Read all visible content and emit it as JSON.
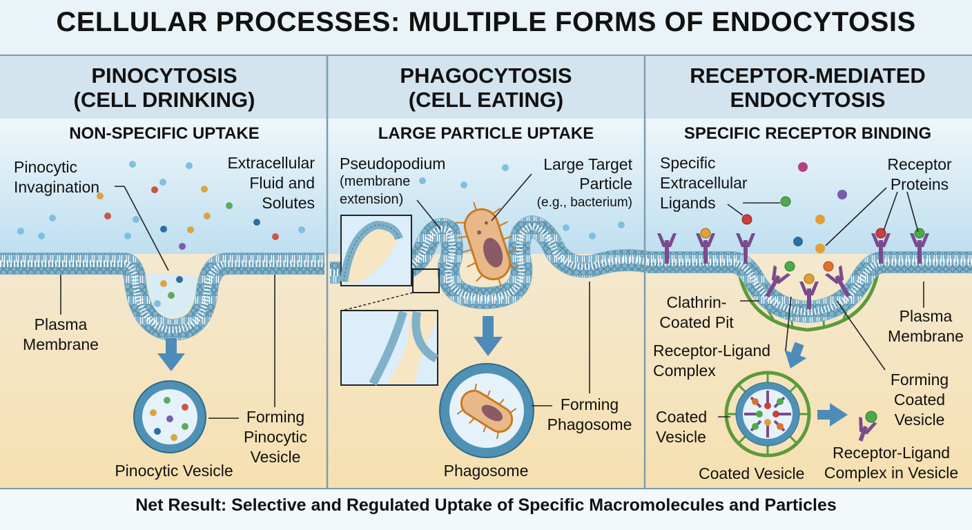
{
  "title": "CELLULAR PROCESSES: MULTIPLE FORMS OF ENDOCYTOSIS",
  "panels": [
    {
      "title_line1": "PINOCYTOSIS",
      "title_line2": "(CELL DRINKING)",
      "subtitle": "NON-SPECIFIC UPTAKE",
      "labels": {
        "invagination_1": "Pinocytic",
        "invagination_2": "Invagination",
        "fluid_1": "Extracellular",
        "fluid_2": "Fluid and",
        "fluid_3": "Solutes",
        "membrane_1": "Plasma",
        "membrane_2": "Membrane",
        "forming_1": "Forming",
        "forming_2": "Pinocytic",
        "forming_3": "Vesicle",
        "vesicle": "Pinocytic Vesicle"
      }
    },
    {
      "title_line1": "PHAGOCYTOSIS",
      "title_line2": "(CELL EATING)",
      "subtitle": "LARGE PARTICLE UPTAKE",
      "labels": {
        "pseudo_1": "Pseudopodium",
        "pseudo_2": "(membrane",
        "pseudo_3": "extension)",
        "target_1": "Large Target",
        "target_2": "Particle",
        "target_3": "(e.g., bacterium)",
        "forming_1": "Forming",
        "forming_2": "Phagosome",
        "phagosome": "Phagosome"
      }
    },
    {
      "title_line1": "RECEPTOR-MEDIATED",
      "title_line2": "ENDOCYTOSIS",
      "subtitle": "SPECIFIC RECEPTOR BINDING",
      "labels": {
        "ligands_1": "Specific",
        "ligands_2": "Extracellular",
        "ligands_3": "Ligands",
        "receptor_1": "Receptor",
        "receptor_2": "Proteins",
        "pit_1": "Clathrin-",
        "pit_2": "Coated Pit",
        "membrane_1": "Plasma",
        "membrane_2": "Membrane",
        "complex_1": "Receptor-Ligand",
        "complex_2": "Complex",
        "forming_1": "Forming",
        "forming_2": "Coated",
        "forming_3": "Vesicle",
        "cvesicle_1": "Coated",
        "cvesicle_2": "Vesicle",
        "cvesicle_bottom": "Coated Vesicle",
        "rlc_1": "Receptor-Ligand",
        "rlc_2": "Complex in Vesicle"
      }
    }
  ],
  "footer": "Net Result: Selective and Regulated Uptake of Specific Macromolecules and Particles",
  "colors": {
    "header_band": "#d3e4ee",
    "extracellular": "#cfe6f2",
    "cytoplasm": "#f6e6c4",
    "membrane_head": "#7fb1c8",
    "membrane_outline": "#3d7a98",
    "vesicle_fill": "#dbeefa",
    "clathrin": "#5c9a3a",
    "receptor": "#7a4a8e",
    "bacterium_body": "#e8b889",
    "bacterium_outline": "#c97a20",
    "arrow": "#4d8cb8",
    "divider": "#7a9db0"
  },
  "icons": [
    "down-arrow-icon",
    "right-arrow-icon",
    "bacterium-icon",
    "receptor-icon",
    "ligand-icon",
    "solute-dot-icon"
  ]
}
